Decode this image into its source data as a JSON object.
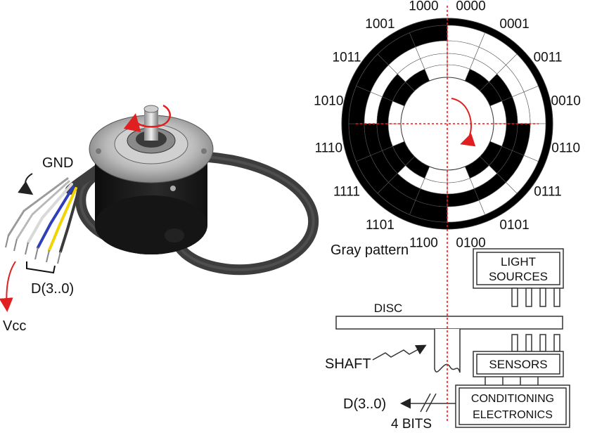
{
  "encoder_photo": {
    "labels": {
      "gnd": "GND",
      "data_bus": "D(3..0)",
      "vcc": "Vcc"
    },
    "colors": {
      "annotation_arrow": "#e02020",
      "body": "#1c1c1c",
      "cable": "#3d3d3d",
      "wire_colors": [
        "#d9d9d9",
        "#2e3fb8",
        "#f2d400",
        "#3a3a3a"
      ]
    }
  },
  "gray_disc": {
    "caption": "Gray pattern",
    "codes": [
      "0000",
      "0001",
      "0011",
      "0010",
      "0110",
      "0111",
      "0101",
      "0100",
      "1100",
      "1101",
      "1111",
      "1110",
      "1010",
      "1011",
      "1001",
      "1000"
    ],
    "colors": {
      "guide_line": "#e02020",
      "segment": "#000000"
    }
  },
  "schematic": {
    "light_sources": [
      "LIGHT",
      "SOURCES"
    ],
    "disc": "DISC",
    "shaft": "SHAFT",
    "sensors": "SENSORS",
    "conditioning": [
      "CONDITIONING",
      "ELECTRONICS"
    ],
    "output": "D(3..0)",
    "bits": "4 BITS"
  }
}
